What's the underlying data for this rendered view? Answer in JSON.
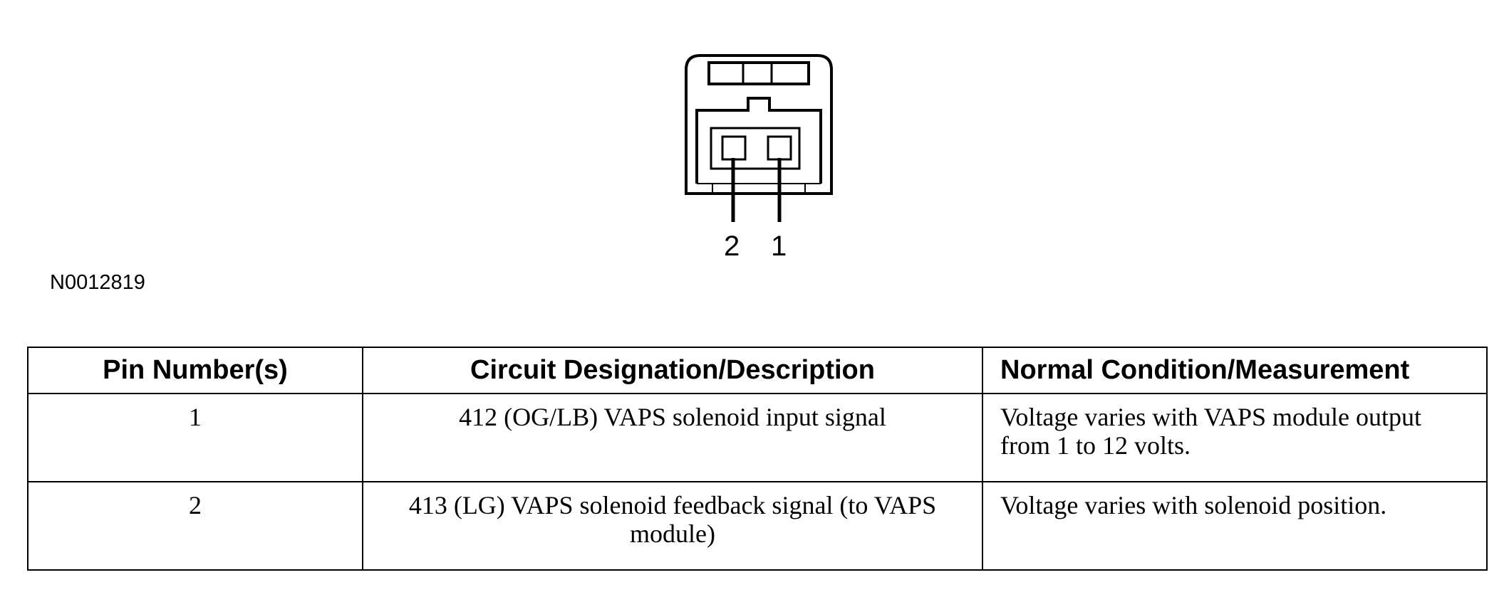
{
  "diagram": {
    "pins": [
      {
        "number": "2"
      },
      {
        "number": "1"
      }
    ],
    "figure_id": "N0012819"
  },
  "table": {
    "headers": {
      "pin": "Pin Number(s)",
      "circuit": "Circuit Designation/Description",
      "normal": "Normal Condition/Measurement"
    },
    "rows": [
      {
        "pin": "1",
        "circuit": "412 (OG/LB) VAPS solenoid input signal",
        "normal": "Voltage varies with VAPS module output from 1 to 12 volts."
      },
      {
        "pin": "2",
        "circuit": "413 (LG) VAPS solenoid feedback signal (to VAPS module)",
        "normal": "Voltage varies with solenoid position."
      }
    ]
  }
}
